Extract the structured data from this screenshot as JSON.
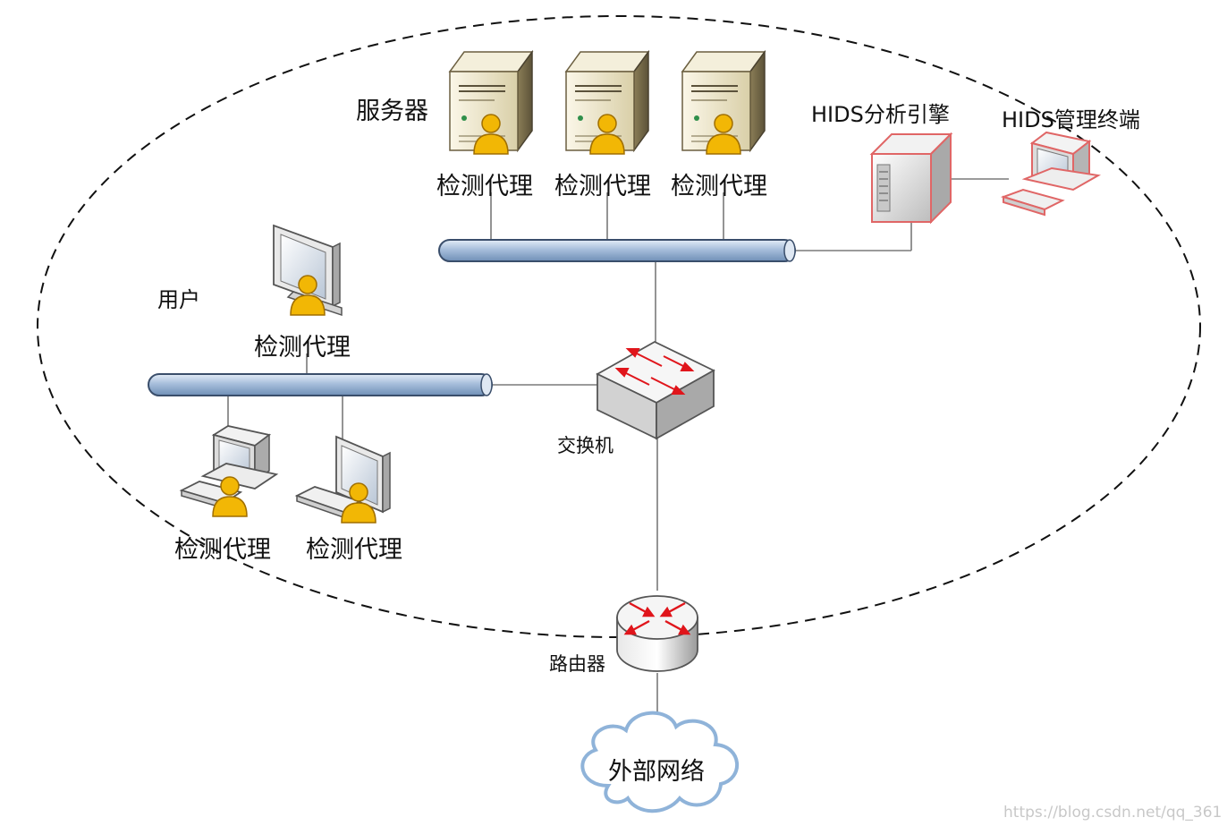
{
  "labels": {
    "servers": "服务器",
    "agent": "检测代理",
    "hids_engine": "HIDS分析引擎",
    "hids_terminal": "HIDS管理终端",
    "users": "用户",
    "switch": "交换机",
    "router": "路由器",
    "external_network": "外部网络"
  },
  "watermark": "https://blog.csdn.net/qq_361",
  "icons": {
    "server": "server-tower-icon",
    "agent": "person-icon",
    "engine": "hids-engine-icon",
    "terminal": "workstation-icon",
    "switch": "switch-icon",
    "router": "router-icon",
    "cloud": "cloud-icon"
  },
  "colors": {
    "bus": "#a7bedb",
    "bus_border": "#3a4e6b",
    "agent": "#f2b705",
    "arrow": "#e0151b",
    "hids_outline": "#e06666",
    "cloud_outline": "#8fb3d9",
    "boundary": "#111111"
  }
}
